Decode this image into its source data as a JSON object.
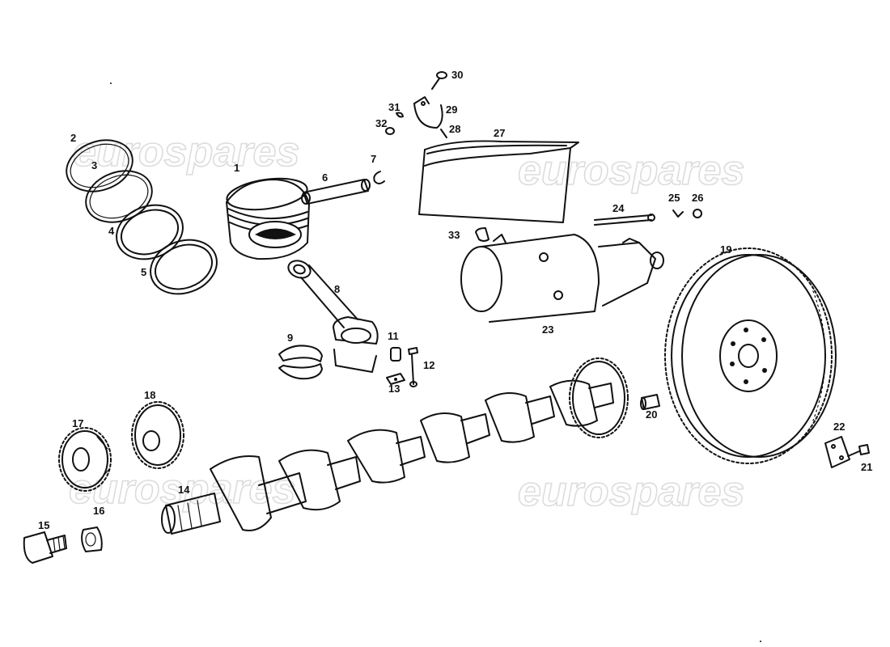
{
  "watermark": {
    "text": "eurospares"
  },
  "callouts": {
    "n1": "1",
    "n2": "2",
    "n3": "3",
    "n4": "4",
    "n5": "5",
    "n6": "6",
    "n7": "7",
    "n8": "8",
    "n9": "9",
    "n11": "11",
    "n12": "12",
    "n13": "13",
    "n14": "14",
    "n15": "15",
    "n16": "16",
    "n17": "17",
    "n18": "18",
    "n19": "19",
    "n20": "20",
    "n21": "21",
    "n22": "22",
    "n23": "23",
    "n24": "24",
    "n25": "25",
    "n26": "26",
    "n27": "27",
    "n28": "28",
    "n29": "29",
    "n30": "30",
    "n31": "31",
    "n32": "32",
    "n33": "33"
  }
}
